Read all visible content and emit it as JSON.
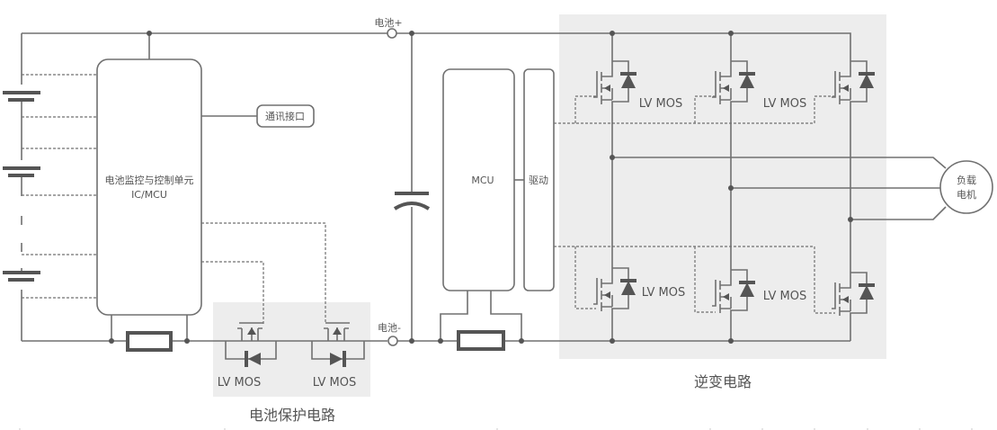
{
  "diagram": {
    "regions": {
      "protection_title": "电池保护电路",
      "inverter_title": "逆变电路"
    },
    "terminals": {
      "battery_positive": "电池+",
      "battery_negative": "电池-"
    },
    "blocks": {
      "bms_line1": "电池监控与控制单元",
      "bms_line2": "IC/MCU",
      "comm_interface": "通讯接口",
      "mcu": "MCU",
      "driver": "驱动",
      "motor_line1": "负载",
      "motor_line2": "电机"
    },
    "mosfet_label": "LV MOS",
    "protection_mosfets": [
      "LV MOS",
      "LV MOS"
    ],
    "inverter_high_side": [
      "LV MOS",
      "LV MOS",
      ""
    ],
    "inverter_low_side": [
      "LV MOS",
      "LV MOS",
      ""
    ],
    "battery_cells": 3,
    "colors": {
      "line": "#707070",
      "region": "#ededed",
      "text": "#555555"
    }
  }
}
